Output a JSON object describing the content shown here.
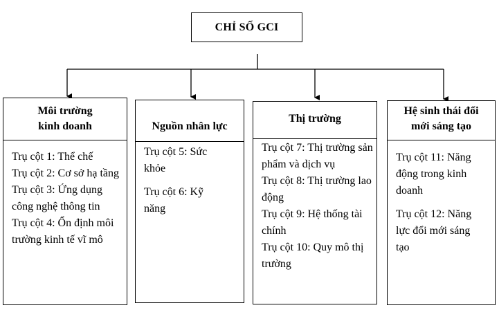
{
  "title": "CHỈ SỐ GCI",
  "columns": [
    {
      "header": "Môi trường kinh doanh",
      "header_lines": [
        "Môi trường",
        "kinh doanh"
      ],
      "items": [
        "Trụ cột 1: Thể chế",
        "Trụ cột 2: Cơ sở hạ tầng",
        "Trụ cột 3: Ứng dụng công nghệ thông tin",
        "Trụ cột 4: Ổn định môi trường kinh tế vĩ mô"
      ]
    },
    {
      "header": "Nguồn nhân lực",
      "header_lines": [
        "Nguồn nhân lực"
      ],
      "items": [
        "Trụ cột 5: Sức khỏe",
        "Trụ cột 6: Kỹ năng"
      ]
    },
    {
      "header": "Thị trường",
      "header_lines": [
        "Thị trường"
      ],
      "items": [
        "Trụ cột 7: Thị trường sản phẩm và dịch vụ",
        "Trụ cột 8: Thị trường lao động",
        "Trụ cột 9: Hệ thống tài chính",
        "Trụ cột 10: Quy mô thị trường"
      ]
    },
    {
      "header": "Hệ sinh thái đổi mới sáng tạo",
      "header_lines": [
        "Hệ sinh thái đổi",
        "mới sáng tạo"
      ],
      "items": [
        "Trụ cột 11: Năng động trong kinh doanh",
        "Trụ cột 12: Năng lực đổi mới sáng tạo"
      ]
    }
  ]
}
